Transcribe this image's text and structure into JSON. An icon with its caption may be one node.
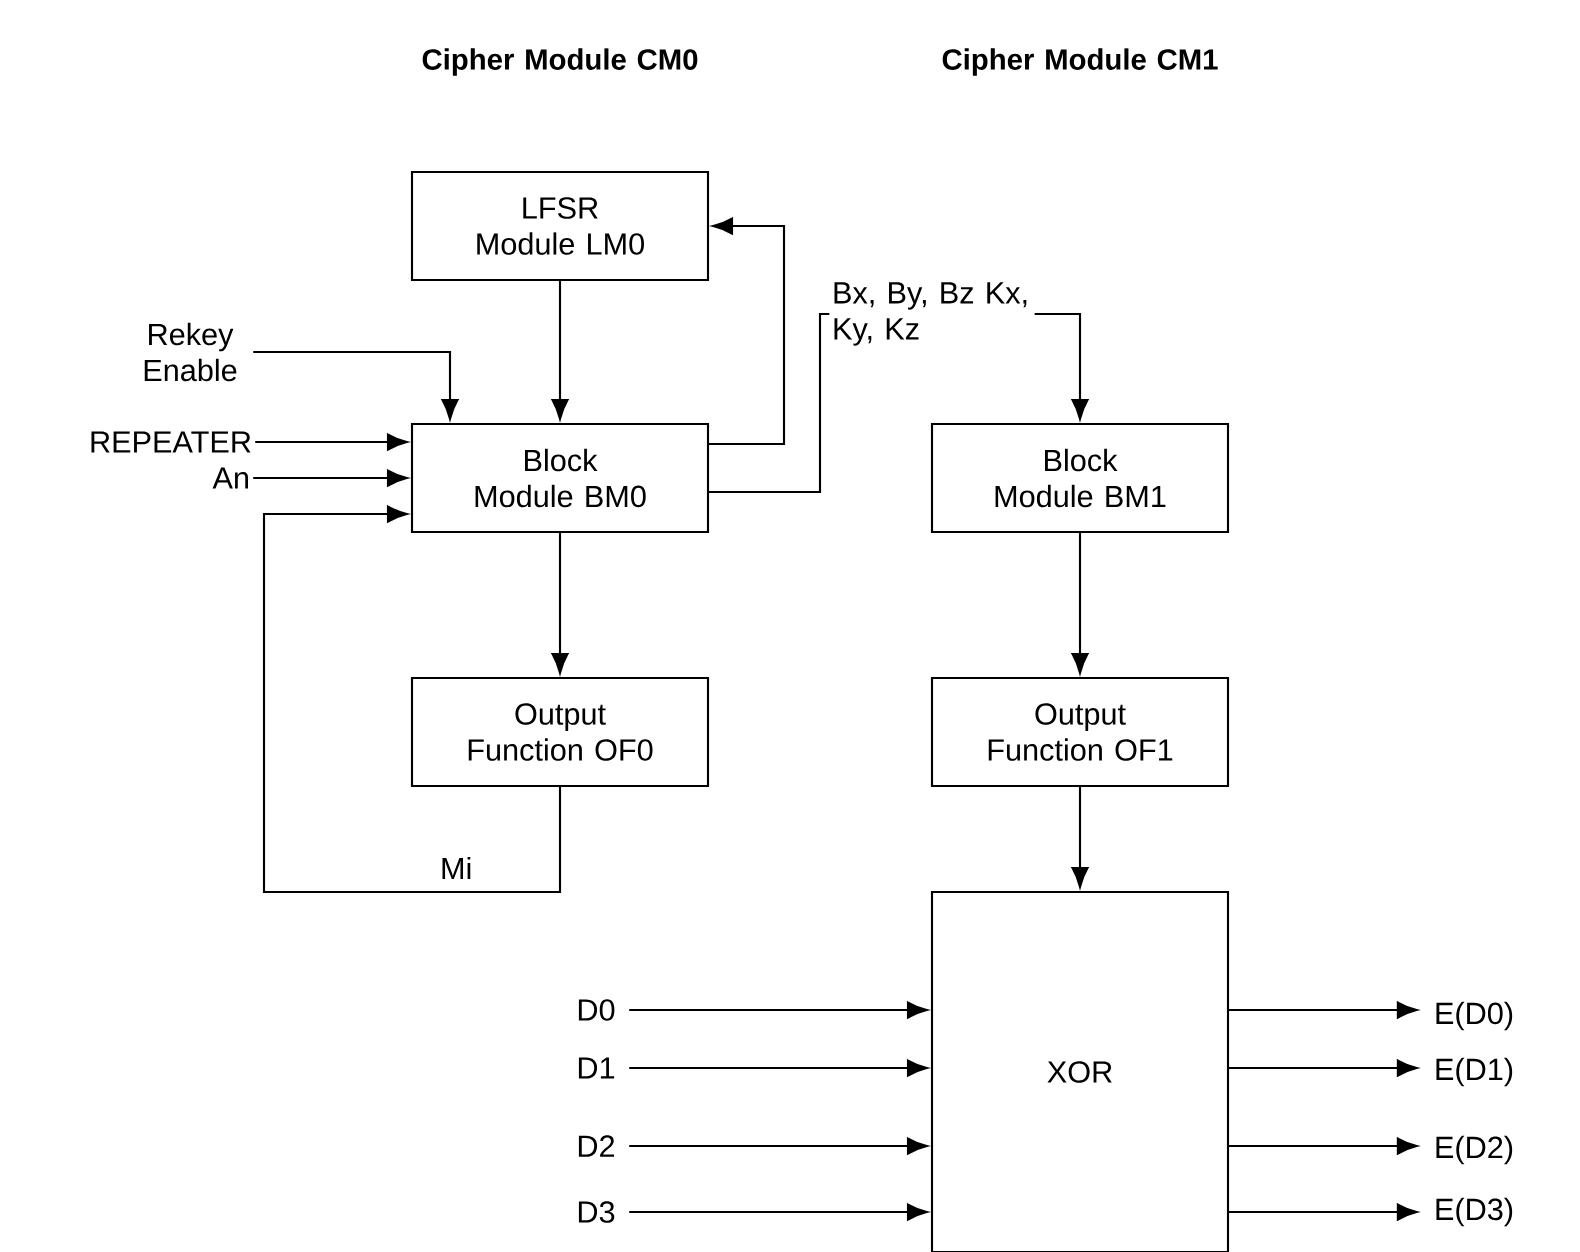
{
  "diagram": {
    "nodes": [
      {
        "text": [
          "LFSR Module LM0"
        ]
      },
      {
        "text": [
          "Block Module BM0"
        ]
      },
      {
        "text": [
          "Output Function OF0"
        ]
      },
      {
        "text": [
          "Block Module BM1"
        ]
      },
      {
        "text": [
          "Output Function OF1"
        ]
      },
      {
        "text": [
          "XOR"
        ]
      },
      {
        "text": [
          "Rekey Enable"
        ]
      },
      {
        "text": [
          "REPEATER"
        ]
      },
      {
        "text": [
          "An"
        ]
      },
      {
        "text": [
          "D0"
        ]
      },
      {
        "text": [
          "D1"
        ]
      },
      {
        "text": [
          "D2"
        ]
      },
      {
        "text": [
          "D3"
        ]
      },
      {
        "text": [
          "E(D0)"
        ]
      },
      {
        "text": [
          "E(D1)"
        ]
      },
      {
        "text": [
          "E(D2)"
        ]
      },
      {
        "text": [
          "E(D3)"
        ]
      }
    ],
    "edges": [
      {
        "from": 0,
        "to": 1,
        "arrow": "to"
      },
      {
        "from": 1,
        "to": 0,
        "arrow": "to"
      },
      {
        "from": 1,
        "to": 3,
        "arrow": "to",
        "label": "Bx, By, Bz Kx, Ky, Kz"
      },
      {
        "from": 6,
        "to": 1,
        "arrow": "to"
      },
      {
        "from": 7,
        "to": 1,
        "arrow": "to"
      },
      {
        "from": 8,
        "to": 1,
        "arrow": "to"
      },
      {
        "from": 1,
        "to": 2,
        "arrow": "to"
      },
      {
        "from": 2,
        "to": 1,
        "arrow": "to",
        "label": "Mi"
      },
      {
        "from": 3,
        "to": 4,
        "arrow": "to"
      },
      {
        "from": 4,
        "to": 5,
        "arrow": "to"
      },
      {
        "from": 9,
        "to": 5,
        "arrow": "to"
      },
      {
        "from": 10,
        "to": 5,
        "arrow": "to"
      },
      {
        "from": 11,
        "to": 5,
        "arrow": "to"
      },
      {
        "from": 12,
        "to": 5,
        "arrow": "to"
      },
      {
        "from": 5,
        "to": 13,
        "arrow": "to"
      },
      {
        "from": 5,
        "to": 14,
        "arrow": "to"
      },
      {
        "from": 5,
        "to": 15,
        "arrow": "to"
      },
      {
        "from": 5,
        "to": 16,
        "arrow": "to"
      }
    ],
    "labels": [
      "Cipher Module CM0",
      "Cipher Module CM1"
    ]
  }
}
